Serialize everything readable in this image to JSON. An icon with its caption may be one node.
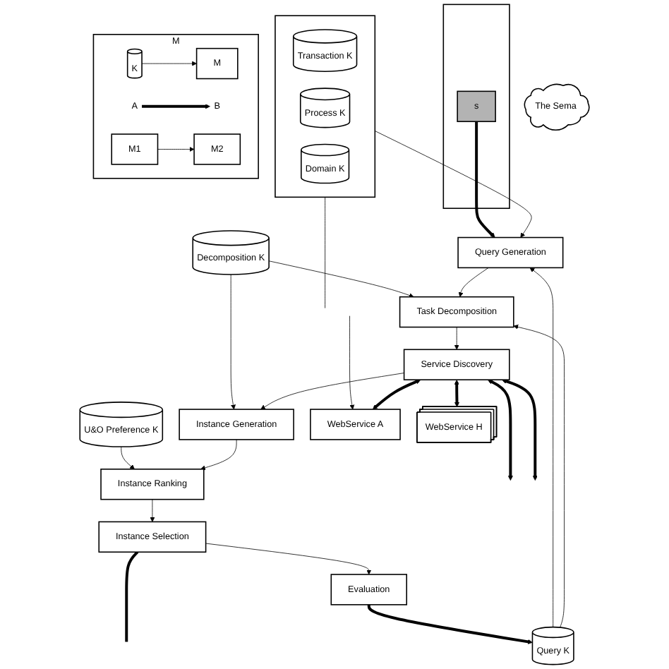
{
  "diagram": {
    "nodes": [
      {
        "text": [],
        "shape": "box"
      },
      {
        "text": [
          "s"
        ],
        "in": 0
      },
      {
        "text": [],
        "shape": "box"
      },
      {
        "text": [
          "Transaction K"
        ],
        "in": 2
      },
      {
        "text": [
          "Process K"
        ],
        "in": 2
      },
      {
        "text": [
          "Domain K"
        ],
        "in": 2
      },
      {
        "text": [
          "Decomposition K"
        ]
      },
      {
        "text": [
          "U&O Preference K"
        ]
      },
      {
        "text": [
          "Query K"
        ]
      },
      {
        "text": [
          "Query Generation"
        ]
      },
      {
        "text": [
          "Task Decomposition"
        ]
      },
      {
        "text": [
          "Service Discovery"
        ]
      },
      {
        "text": [
          "Instance Generation"
        ]
      },
      {
        "text": [
          "Instance Ranking"
        ]
      },
      {
        "text": [
          "Instance Selection"
        ]
      },
      {
        "text": [
          "Evaluation"
        ]
      },
      {
        "text": [
          "WebService A"
        ]
      },
      {
        "text": [
          "The Sema"
        ]
      },
      {
        "text": [
          "WebService H"
        ]
      },
      {
        "text": [
          "M"
        ]
      },
      {
        "text": [
          "K"
        ],
        "in": 19
      },
      {
        "text": [
          "M"
        ],
        "in": 19
      },
      {
        "text": [
          "A"
        ],
        "in": 19
      },
      {
        "text": [
          "B"
        ],
        "in": 19
      },
      {
        "text": [
          "M1"
        ],
        "in": 19
      },
      {
        "text": [
          "M2"
        ],
        "in": 19
      }
    ],
    "edges": [
      {
        "from": 1,
        "to": 9,
        "arrow": "to",
        "style": "thick"
      },
      {
        "from": 2,
        "to": null,
        "arrow": "none"
      },
      {
        "from": null,
        "to": 16,
        "arrow": "to"
      },
      {
        "from": 2,
        "to": 9,
        "arrow": "to"
      },
      {
        "from": 6,
        "to": 10,
        "arrow": "to"
      },
      {
        "from": 8,
        "to": 9,
        "arrow": "to"
      },
      {
        "from": 8,
        "to": 10,
        "arrow": "to"
      },
      {
        "from": 6,
        "to": 12,
        "arrow": "to"
      },
      {
        "from": 7,
        "to": 13,
        "arrow": "to"
      },
      {
        "from": 9,
        "to": 10,
        "arrow": "to"
      },
      {
        "from": 10,
        "to": 11,
        "arrow": "to"
      },
      {
        "from": 11,
        "to": 12,
        "arrow": "to"
      },
      {
        "from": 12,
        "to": 13,
        "arrow": "to"
      },
      {
        "from": 13,
        "to": 14,
        "arrow": "to"
      },
      {
        "from": 14,
        "to": 15,
        "arrow": "to"
      },
      {
        "from": 15,
        "to": 8,
        "arrow": "to",
        "style": "thick"
      },
      {
        "from": 14,
        "to": null,
        "arrow": "none",
        "style": "thick"
      },
      {
        "from": 11,
        "to": 16,
        "arrow": "both",
        "style": "thick"
      },
      {
        "from": 11,
        "to": null,
        "arrow": "both",
        "style": "thick"
      },
      {
        "from": 11,
        "to": null,
        "arrow": "both",
        "style": "thick"
      },
      {
        "from": 11,
        "to": 18,
        "arrow": "both",
        "style": "thick"
      },
      {
        "from": 20,
        "to": 21,
        "arrow": "to"
      },
      {
        "from": 22,
        "to": 23,
        "arrow": "to",
        "style": "thick"
      },
      {
        "from": 24,
        "to": 25,
        "arrow": "to"
      }
    ]
  }
}
